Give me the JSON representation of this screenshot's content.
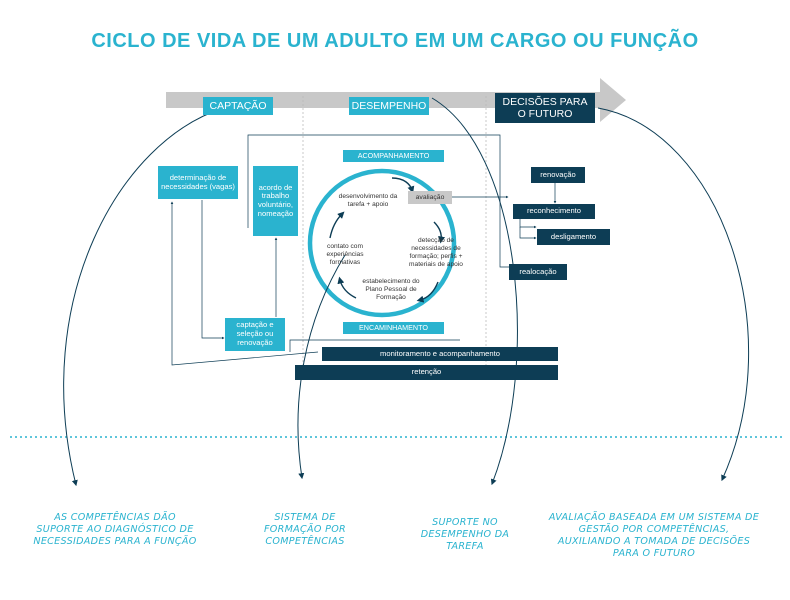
{
  "title": "CICLO DE VIDA DE UM ADULTO EM UM CARGO OU FUNÇÃO",
  "phases": {
    "captacao": "CAPTAÇÃO",
    "desempenho": "DESEMPENHO",
    "decisoes": "DECISÕES PARA O FUTURO"
  },
  "boxes": {
    "determinacao": "determinação de necessidades (vagas)",
    "acordo": "acordo de trabalho voluntário, nomeação",
    "captacao_selecao": "captação e seleção ou renovação",
    "acompanhamento": "ACOMPANHAMENTO",
    "encaminhamento": "ENCAMINHAMENTO",
    "avaliacao": "avaliação",
    "renovacao": "renovação",
    "reconhecimento": "reconhecimento",
    "desligamento": "desligamento",
    "realocacao": "realocação",
    "monitoramento": "monitoramento e acompanhamento",
    "retencao": "retenção"
  },
  "cycle": {
    "desenvolvimento": "desenvolvimento da tarefa + apoio",
    "deteccao": "detecção de necessidades de formação; perfis + materiais de apoio",
    "estabelecimento": "estabelecimento do Plano Pessoal de Formação",
    "contato": "contato com experiências formativas"
  },
  "notes": {
    "n1": "AS COMPETÊNCIAS DÃO SUPORTE AO DIAGNÓSTICO DE NECESSIDADES PARA A FUNÇÃO",
    "n2": "SISTEMA DE FORMAÇÃO POR COMPETÊNCIAS",
    "n3": "SUPORTE NO DESEMPENHO DA TAREFA",
    "n4": "AVALIAÇÃO BASEADA EM UM SISTEMA DE GESTÃO POR COMPETÊNCIAS, AUXILIANDO A TOMADA DE DECISÕES PARA O FUTURO"
  },
  "colors": {
    "cyan": "#2ab3cf",
    "navy": "#0d3d55",
    "gray": "#c8c8c8"
  }
}
